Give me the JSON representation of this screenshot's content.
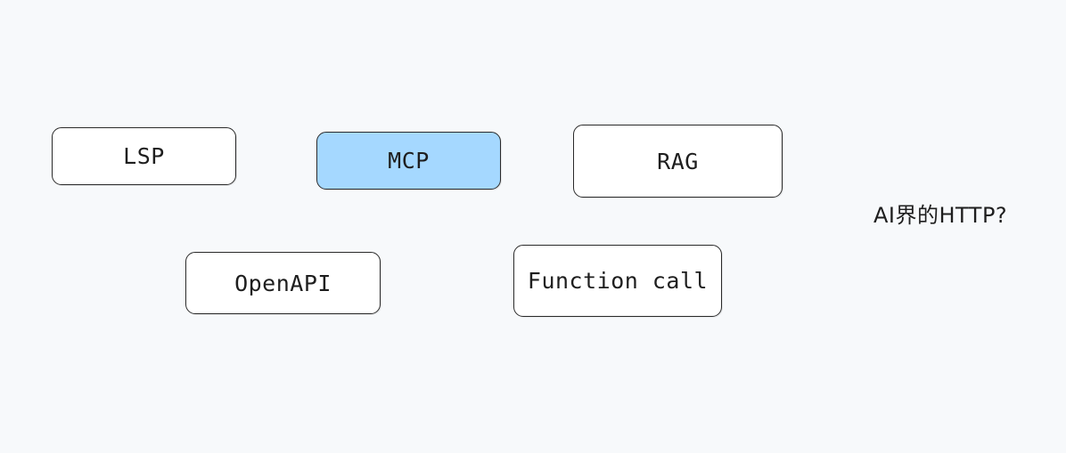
{
  "diagram": {
    "boxes": [
      {
        "id": "lsp",
        "label": "LSP",
        "highlighted": false
      },
      {
        "id": "mcp",
        "label": "MCP",
        "highlighted": true
      },
      {
        "id": "rag",
        "label": "RAG",
        "highlighted": false
      },
      {
        "id": "openapi",
        "label": "OpenAPI",
        "highlighted": false
      },
      {
        "id": "function",
        "label": "Function call",
        "highlighted": false
      }
    ],
    "caption": "AI界的HTTP?"
  },
  "colors": {
    "background": "#f7f9fb",
    "box_fill": "#ffffff",
    "highlight_fill": "#a5d8ff",
    "stroke": "#2a2a2a"
  }
}
